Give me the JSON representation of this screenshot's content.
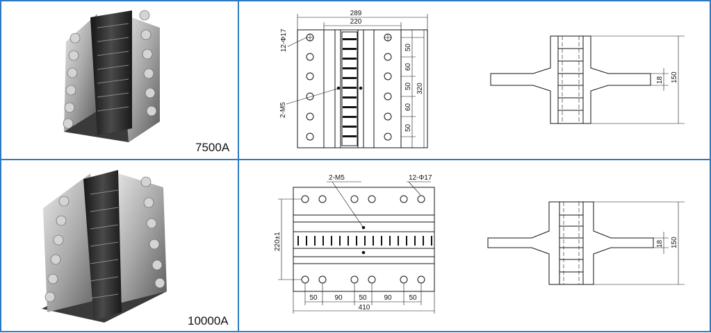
{
  "rows": [
    {
      "model": "7500A",
      "front": {
        "overall_width": "289",
        "inner_width": "220",
        "hole_label": "12-Φ17",
        "tap_label": "2-M5",
        "pitches": [
          "50",
          "60",
          "50",
          "60",
          "50"
        ],
        "height": "320"
      },
      "side": {
        "height": "150",
        "terminal": "18"
      }
    },
    {
      "model": "10000A",
      "front": {
        "tap_label": "2-M5",
        "hole_label": "12-Φ17",
        "height": "220±1",
        "pitches": [
          "50",
          "90",
          "50",
          "90",
          "50"
        ],
        "overall_width": "410"
      },
      "side": {
        "height": "150",
        "terminal": "18"
      }
    }
  ],
  "colors": {
    "grid": "#2b79c2",
    "metal_dark": "#2a2a2a",
    "metal_light": "#c9c9c9"
  }
}
